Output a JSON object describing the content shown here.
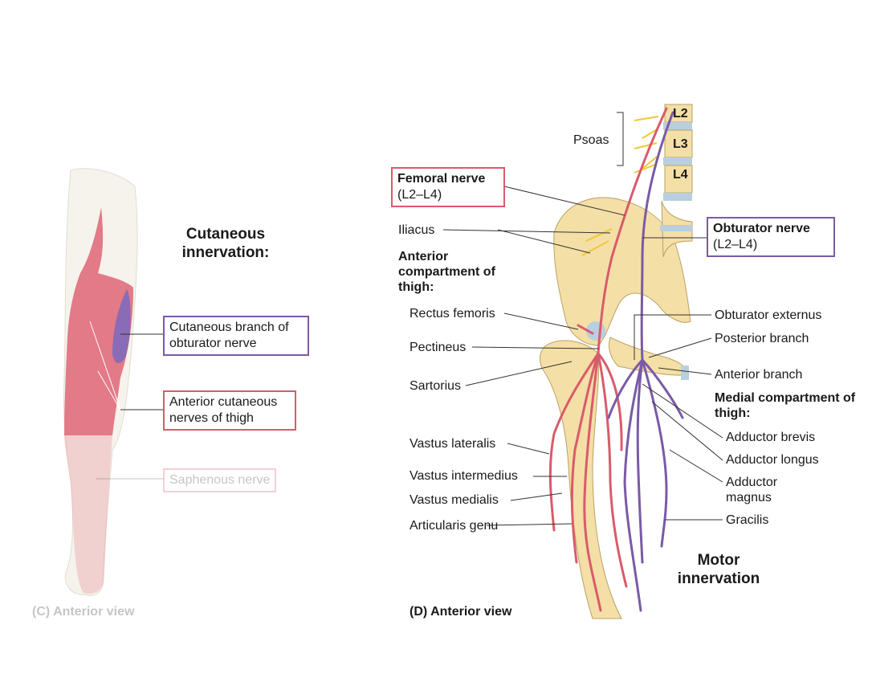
{
  "colors": {
    "femoral": "#d95b6b",
    "obturator": "#7a5aa6",
    "femoral_zone": "#e27a88",
    "obturator_zone": "#8a6bb5",
    "bone": "#f4dfa6",
    "skin": "#f5f3ec",
    "nerve_yellow": "#f2c63a",
    "vertebra": "#b9cfdf"
  },
  "panel_c": {
    "title": "Cutaneous innervation:",
    "labels": {
      "cutaneous_obturator": "Cutaneous branch of obturator nerve",
      "anterior_cutaneous": "Anterior cutaneous nerves of thigh",
      "saphenous": "Saphenous nerve"
    },
    "caption": "(C) Anterior view"
  },
  "panel_d": {
    "vertebrae": [
      "L2",
      "L3",
      "L4"
    ],
    "psoas": "Psoas",
    "femoral": {
      "name": "Femoral nerve",
      "roots": "(L2–L4)"
    },
    "obturator": {
      "name": "Obturator nerve",
      "roots": "(L2–L4)"
    },
    "iliacus": "Iliacus",
    "anterior_compartment": "Anterior compartment of thigh:",
    "left_labels": [
      "Rectus femoris",
      "Pectineus",
      "Sartorius",
      "Vastus lateralis",
      "Vastus intermedius",
      "Vastus medialis",
      "Articularis genu"
    ],
    "right_labels": {
      "obturator_externus": "Obturator externus",
      "posterior_branch": "Posterior branch",
      "anterior_branch": "Anterior branch",
      "medial_compartment": "Medial compartment of thigh:",
      "adductor_brevis": "Adductor brevis",
      "adductor_longus": "Adductor longus",
      "adductor_magnus": "Adductor magnus",
      "gracilis": "Gracilis"
    },
    "motor_title": "Motor innervation",
    "caption": "(D) Anterior view"
  }
}
